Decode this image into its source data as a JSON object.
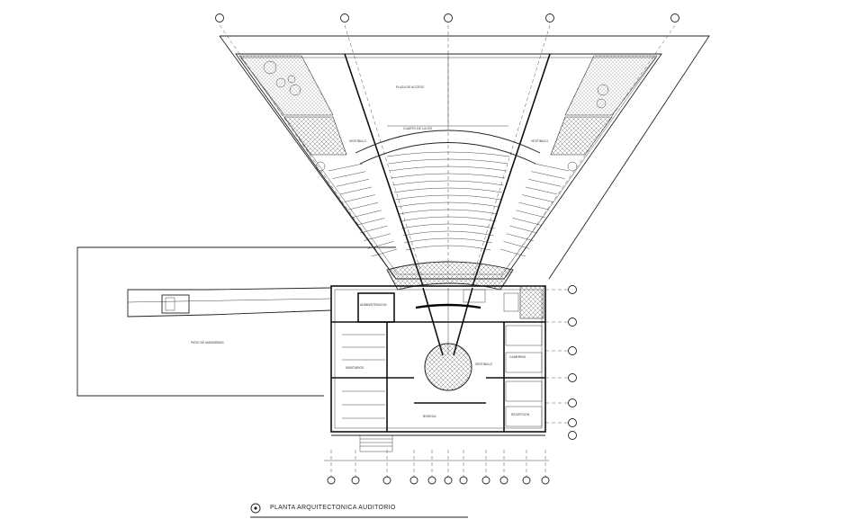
{
  "drawing": {
    "title": "PLANTA ARQUITECTONICA AUDITORIO"
  },
  "labels": {
    "stage_area": "PLAZA DE ACCESO",
    "lobby": "CUARTO DE LUCES",
    "left_wing": "VESTIBULO",
    "right_wing": "VESTIBULO",
    "parking": "PATIO DE MANIOBRAS",
    "room_a": "ADMINISTRACION",
    "room_b": "SANITARIOS",
    "room_c": "VESTIBULO",
    "room_d": "CAMERINO",
    "room_e": "BODEGA",
    "room_f": "RECEPCION"
  }
}
